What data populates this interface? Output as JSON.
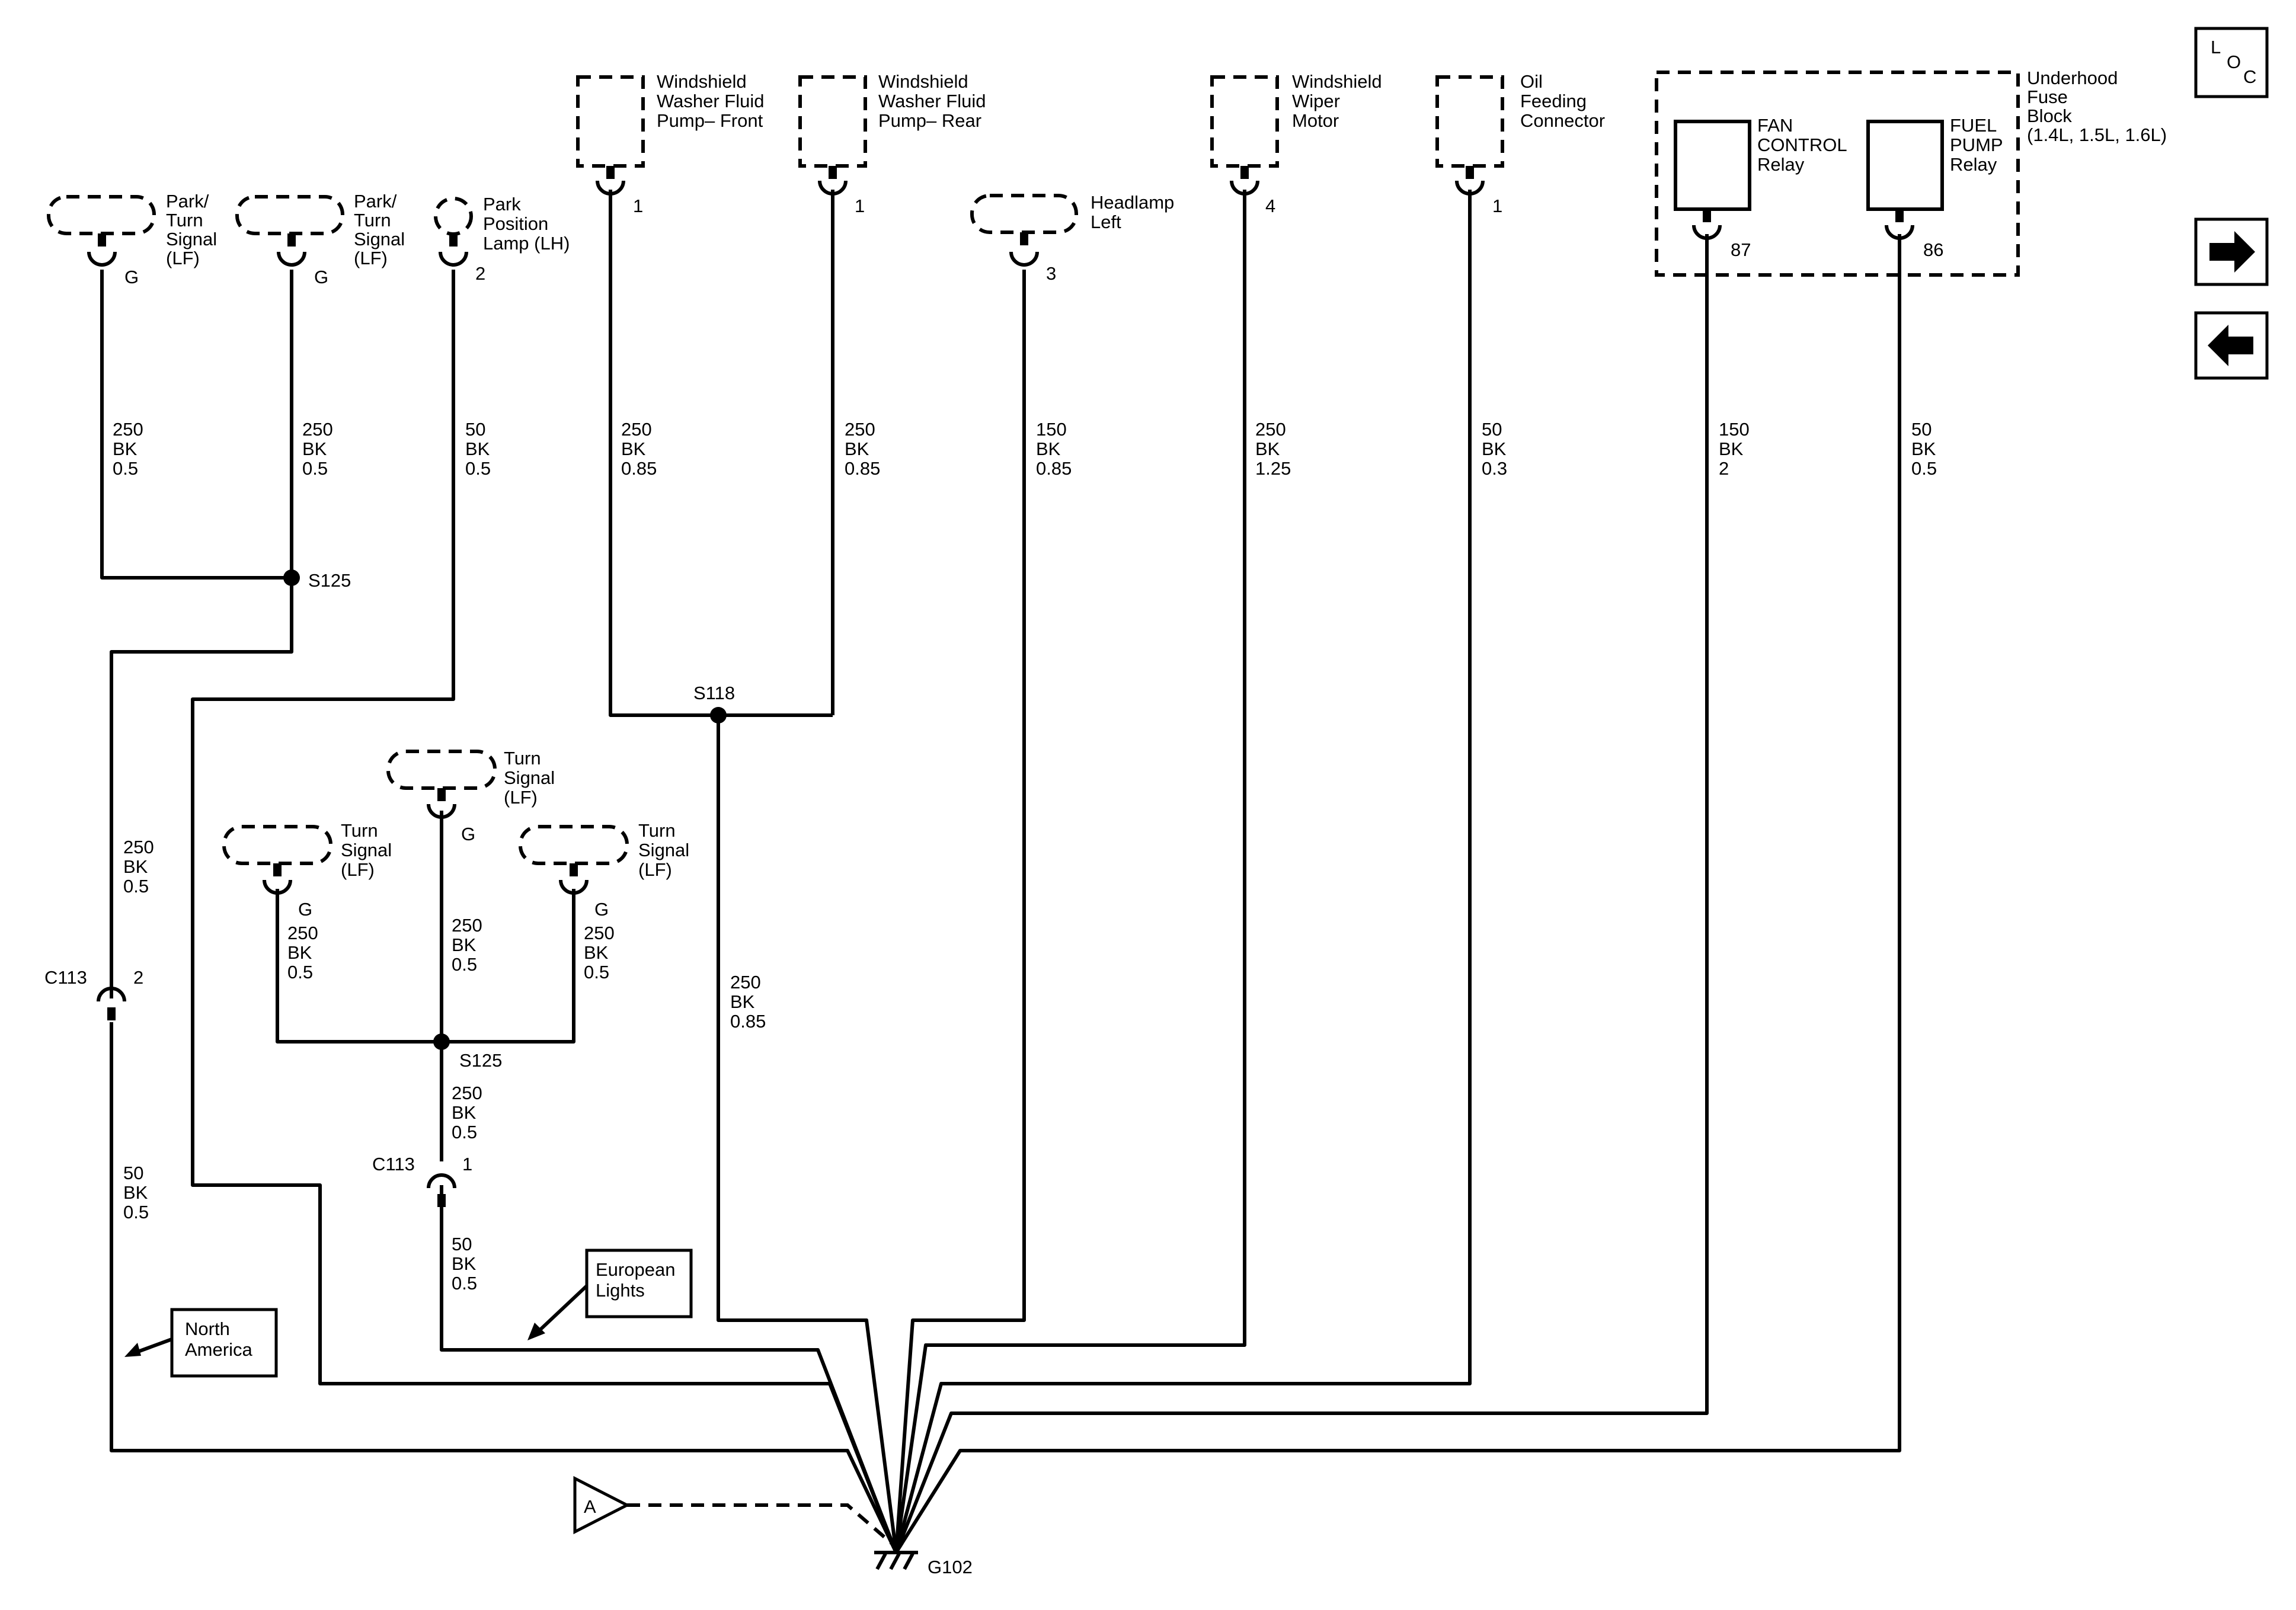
{
  "components": {
    "park_turn_1": [
      "Park/",
      "Turn",
      "Signal",
      "(LF)"
    ],
    "park_turn_2": [
      "Park/",
      "Turn",
      "Signal",
      "(LF)"
    ],
    "park_position": [
      "Park",
      "Position",
      "Lamp (LH)"
    ],
    "washer_front": [
      "Windshield",
      "Washer Fluid",
      "Pump– Front"
    ],
    "washer_rear": [
      "Windshield",
      "Washer Fluid",
      "Pump– Rear"
    ],
    "headlamp_left": [
      "Headlamp",
      "Left"
    ],
    "wiper_motor": [
      "Windshield",
      "Wiper",
      "Motor"
    ],
    "oil_feeding": [
      "Oil",
      "Feeding",
      "Connector"
    ],
    "fuse_block": [
      "Underhood",
      "Fuse",
      "Block",
      "(1.4L, 1.5L, 1.6L)"
    ],
    "fan_relay": [
      "FAN",
      "CONTROL",
      "Relay"
    ],
    "fuel_relay": [
      "FUEL",
      "PUMP",
      "Relay"
    ],
    "turn_left": [
      "Turn",
      "Signal",
      "(LF)"
    ],
    "turn_center": [
      "Turn",
      "Signal",
      "(LF)"
    ],
    "turn_right": [
      "Turn",
      "Signal",
      "(LF)"
    ]
  },
  "pins": {
    "park_turn_1": "G",
    "park_turn_2": "G",
    "park_position": "2",
    "washer_front": "1",
    "washer_rear": "1",
    "headlamp_left": "3",
    "wiper_motor": "4",
    "oil_feeding": "1",
    "fan_relay": "87",
    "fuel_relay": "86",
    "turn_left": "G",
    "turn_center": "G",
    "turn_right": "G",
    "c113_upper": "2",
    "c113_lower": "1"
  },
  "wires": {
    "w1": [
      "250",
      "BK",
      "0.5"
    ],
    "w2": [
      "250",
      "BK",
      "0.5"
    ],
    "w3": [
      "50",
      "BK",
      "0.5"
    ],
    "w4": [
      "250",
      "BK",
      "0.85"
    ],
    "w5": [
      "250",
      "BK",
      "0.85"
    ],
    "w6": [
      "150",
      "BK",
      "0.85"
    ],
    "w7": [
      "250",
      "BK",
      "1.25"
    ],
    "w8": [
      "50",
      "BK",
      "0.3"
    ],
    "w9": [
      "150",
      "BK",
      "2"
    ],
    "w10": [
      "50",
      "BK",
      "0.5"
    ],
    "w11": [
      "250",
      "BK",
      "0.5"
    ],
    "w12": [
      "50",
      "BK",
      "0.5"
    ],
    "w13": [
      "250",
      "BK",
      "0.85"
    ],
    "w14": [
      "250",
      "BK",
      "0.5"
    ],
    "w15": [
      "250",
      "BK",
      "0.5"
    ],
    "w16": [
      "250",
      "BK",
      "0.5"
    ],
    "w17": [
      "250",
      "BK",
      "0.5"
    ],
    "w18": [
      "50",
      "BK",
      "0.5"
    ]
  },
  "splices": {
    "s125_top": "S125",
    "s118": "S118",
    "s125_bottom": "S125"
  },
  "connectors": {
    "c113_upper": "C113",
    "c113_lower": "C113"
  },
  "ground": "G102",
  "offpage": "A",
  "notes": {
    "north_america": [
      "North",
      "America"
    ],
    "european_lights": [
      "European",
      "Lights"
    ]
  },
  "nav": {
    "loc": [
      "L",
      "O",
      "C"
    ],
    "next_icon": "arrow-right-icon",
    "prev_icon": "arrow-left-icon"
  }
}
